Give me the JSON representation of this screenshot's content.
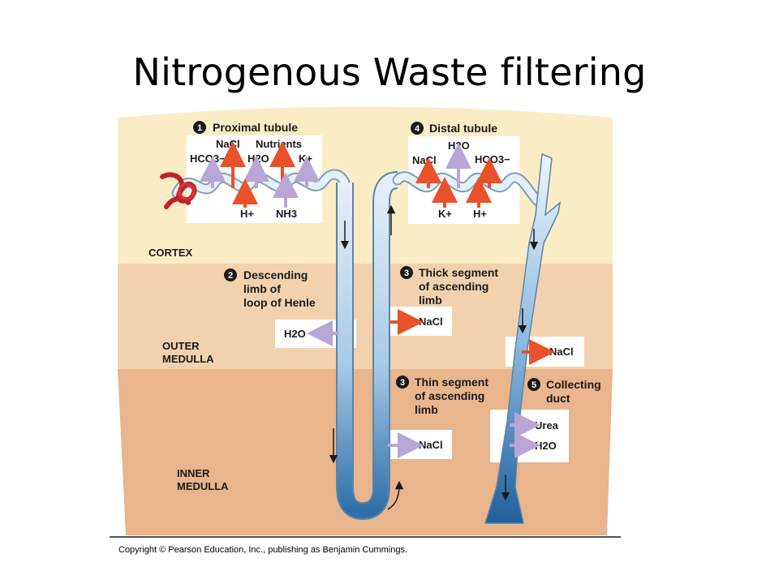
{
  "title": "Nitrogenous Waste filtering",
  "colors": {
    "cortex": "#faedc6",
    "outer_medulla": "#f2d2ae",
    "inner_medulla": "#e9b58d",
    "tubule_light": "#dcebf6",
    "tubule_dark": "#2f6fa9",
    "arrow_out": "#e8512a",
    "arrow_in": "#b7a6d6"
  },
  "regions": {
    "cortex": "CORTEX",
    "outer_medulla_1": "OUTER",
    "outer_medulla_2": "MEDULLA",
    "inner_medulla_1": "INNER",
    "inner_medulla_2": "MEDULLA"
  },
  "segments": {
    "proximal": {
      "num": "1",
      "title": "Proximal tubule",
      "top": [
        "NaCl",
        "Nutrients"
      ],
      "mid": [
        "HCO3−",
        "H2O",
        "K+"
      ],
      "bottom": [
        "H+",
        "NH3"
      ]
    },
    "distal": {
      "num": "4",
      "title": "Distal tubule",
      "top": [
        "H2O"
      ],
      "mid": [
        "NaCl",
        "HCO3−"
      ],
      "bottom": [
        "K+",
        "H+"
      ]
    },
    "descending": {
      "num": "2",
      "line1": "Descending",
      "line2": "limb of",
      "line3": "loop of Henle",
      "box": "H2O"
    },
    "thick": {
      "num": "3",
      "line1": "Thick segment",
      "line2": "of ascending",
      "line3": "limb",
      "box": "NaCl"
    },
    "thin": {
      "num": "3",
      "line1": "Thin segment",
      "line2": "of ascending",
      "line3": "limb",
      "box": "NaCl"
    },
    "collecting": {
      "num": "5",
      "line1": "Collecting",
      "line2": "duct",
      "box_upper": "NaCl",
      "box_lower": [
        "Urea",
        "H2O"
      ]
    }
  },
  "copyright": "Copyright © Pearson Education, Inc., publishing as Benjamin Cummings."
}
